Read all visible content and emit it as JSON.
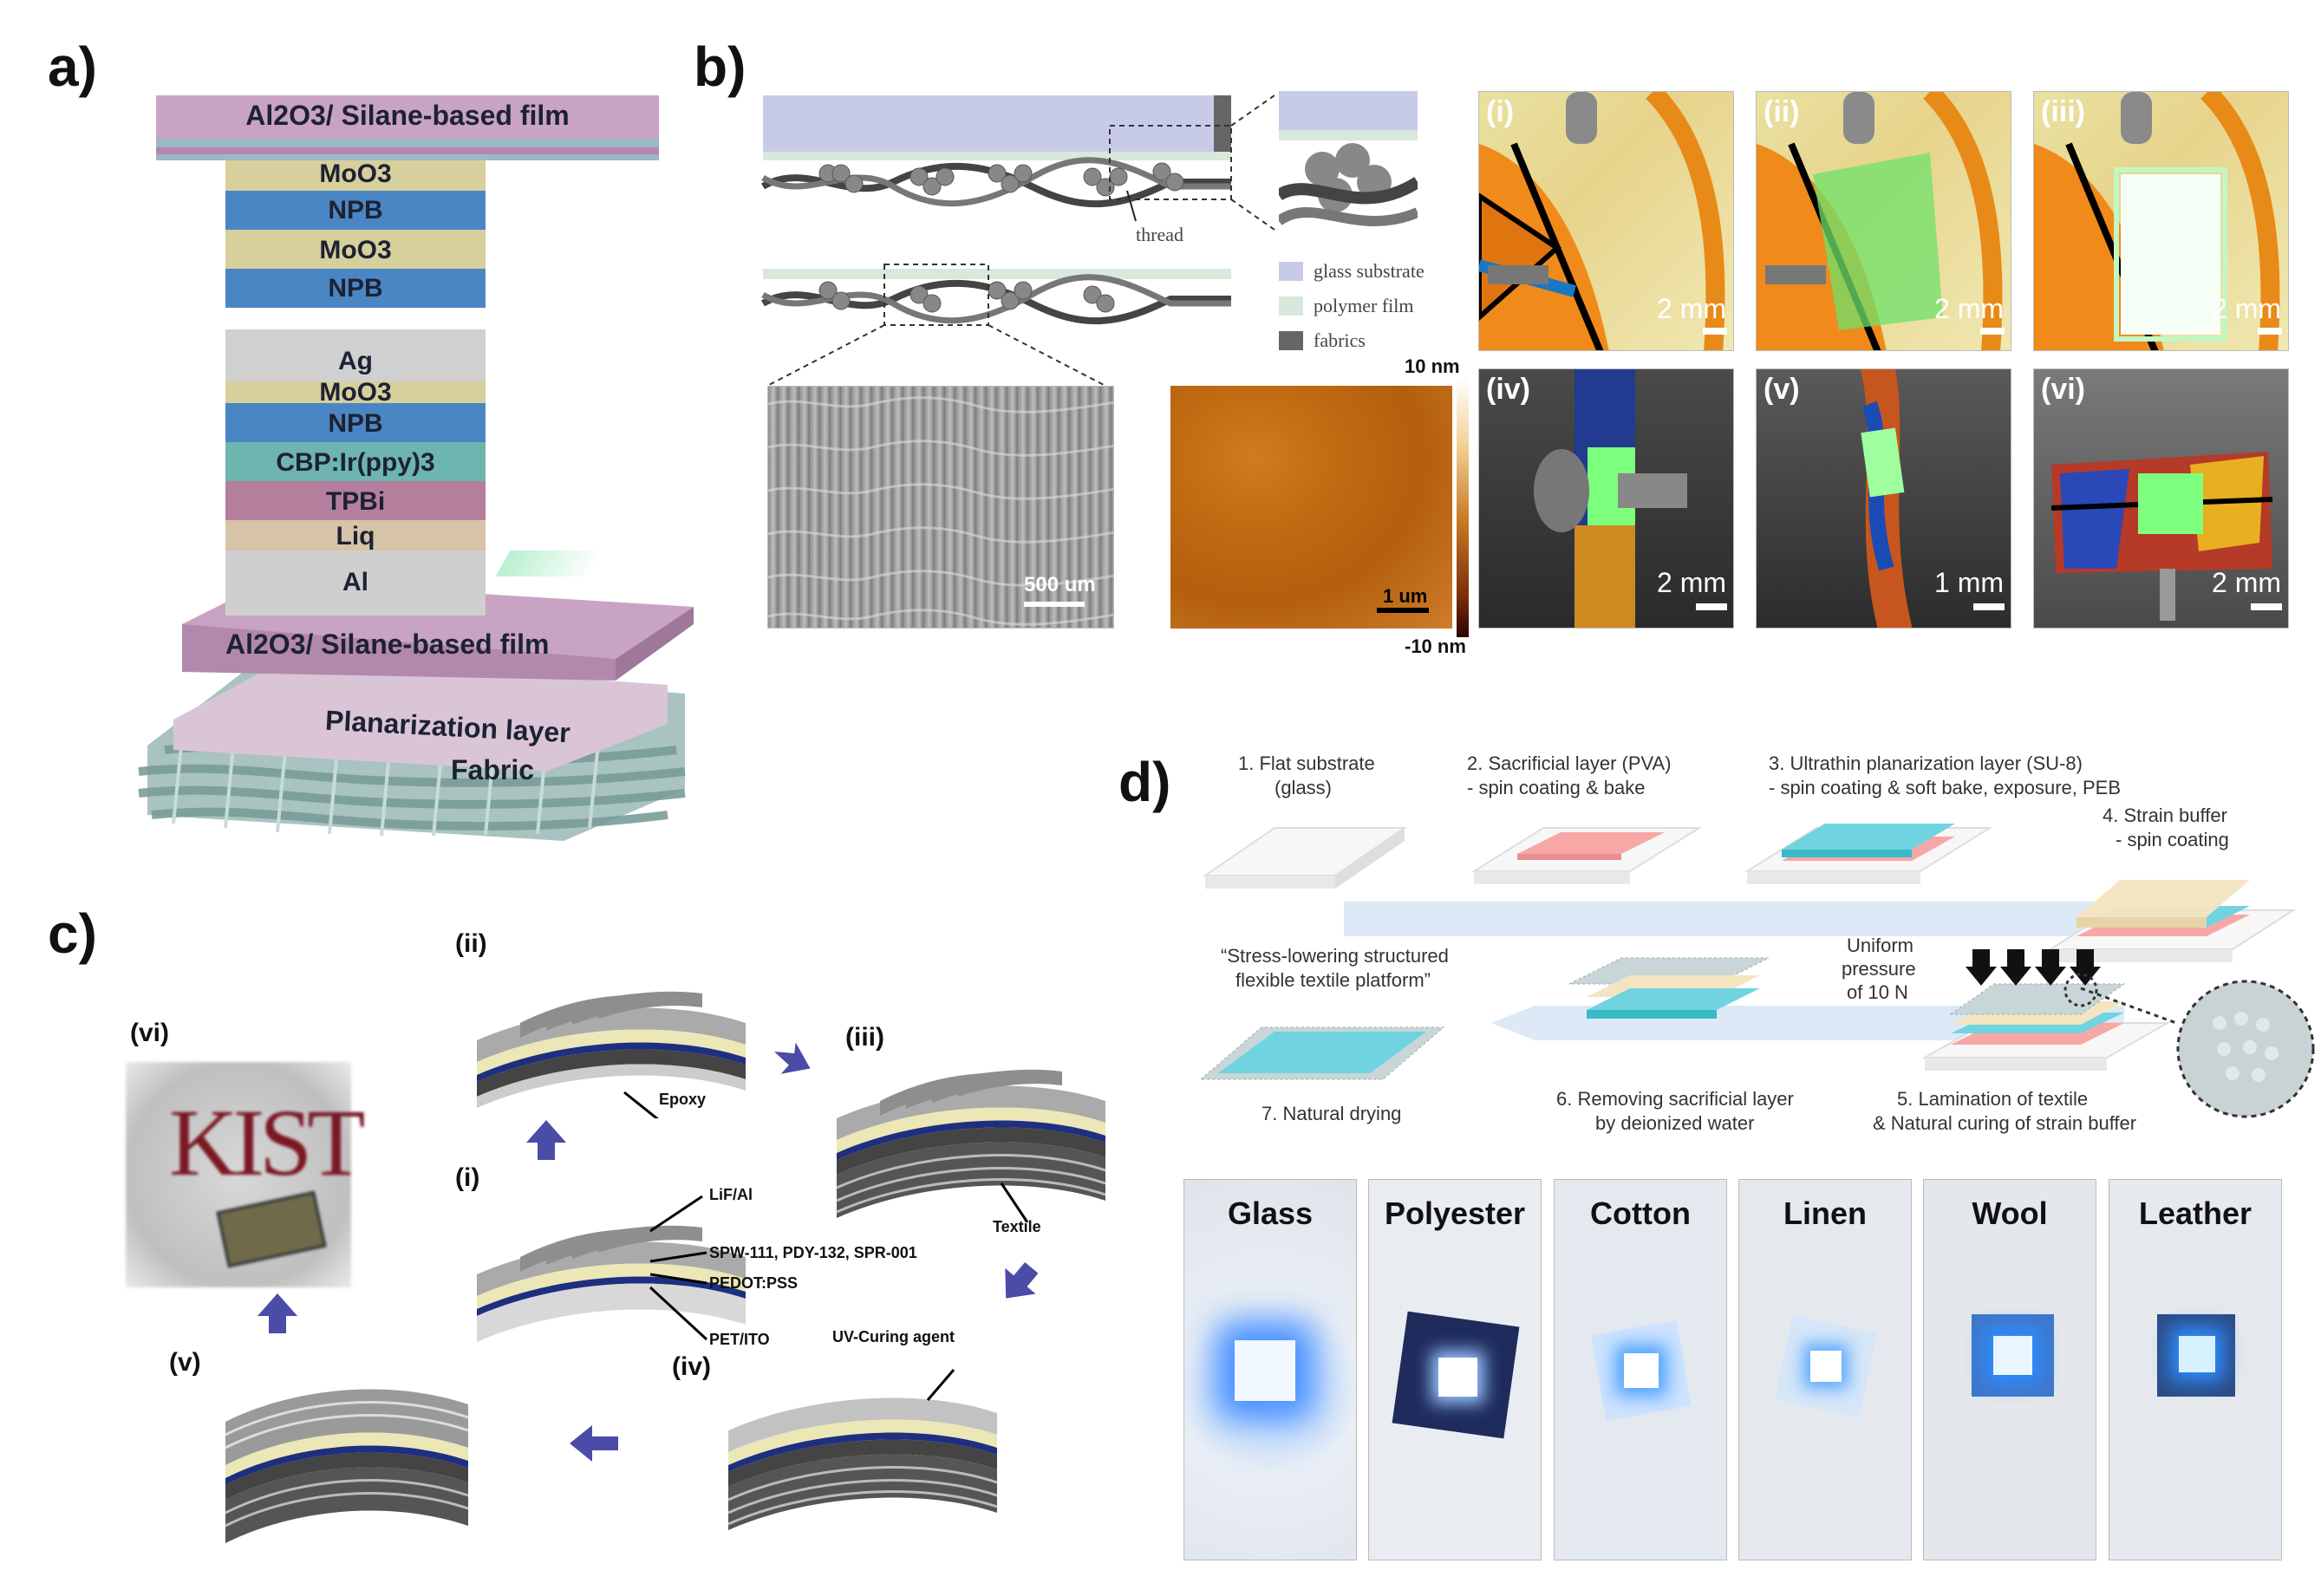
{
  "panels": {
    "a": {
      "label": "a)",
      "layers_top": [
        "Al2O3/ Silane-based film",
        "MoO3",
        "NPB",
        "MoO3",
        "NPB",
        "Ag",
        "MoO3",
        "NPB",
        "CBP:Ir(ppy)3",
        "TPBi",
        "Liq",
        "Al"
      ],
      "layers_bottom": [
        "Al2O3/ Silane-based film",
        "Planarization layer",
        "Fabric"
      ],
      "colors": {
        "purple": "#c9a3c4",
        "gold": "#d7cf9c",
        "blue": "#4b86c4",
        "gray": "#c8c8c8",
        "teal": "#6db5ae",
        "mauve": "#b47f9c",
        "tan": "#d6c3a8",
        "fabric": "#9ab9b5"
      }
    },
    "b": {
      "label": "b)",
      "thread_label": "thread",
      "legend": [
        "glass substrate",
        "polymer film",
        "fabrics"
      ],
      "legend_colors": [
        "#c8cbe8",
        "#d8e8dc",
        "#666666"
      ],
      "sem_scale": "500 um",
      "afm_scale": "1 um",
      "afm_max": "10 nm",
      "afm_min": "-10 nm",
      "photos": [
        {
          "tag": "(i)",
          "scale": "2 mm"
        },
        {
          "tag": "(ii)",
          "scale": "2 mm"
        },
        {
          "tag": "(iii)",
          "scale": "2 mm"
        },
        {
          "tag": "(iv)",
          "scale": "2 mm"
        },
        {
          "tag": "(v)",
          "scale": "1 mm"
        },
        {
          "tag": "(vi)",
          "scale": "2 mm"
        }
      ]
    },
    "c": {
      "label": "c)",
      "steps": [
        "(i)",
        "(ii)",
        "(iii)",
        "(iv)",
        "(v)",
        "(vi)"
      ],
      "callouts": {
        "epoxy": "Epoxy",
        "textile": "Textile",
        "lif": "LiF/Al",
        "spw": "SPW-111, PDY-132, SPR-001",
        "pedot": "PEDOT:PSS",
        "pet": "PET/ITO",
        "uv": "UV-Curing agent"
      },
      "logo_text": "KIST",
      "arrow_color": "#4b4ba8"
    },
    "d": {
      "label": "d)",
      "steps": {
        "s1a": "1. Flat substrate",
        "s1b": "(glass)",
        "s2a": "2. Sacrificial layer (PVA)",
        "s2b": "- spin coating & bake",
        "s3a": "3. Ultrathin planarization layer (SU-8)",
        "s3b": "- spin coating & soft bake, exposure, PEB",
        "s4a": "4. Strain buffer",
        "s4b": "- spin coating",
        "p1": "Uniform",
        "p2": "pressure",
        "p3": "of 10 N",
        "q1": "“Stress-lowering structured",
        "q2": "flexible textile platform”",
        "s5a": "5. Lamination of textile",
        "s5b": "& Natural curing of strain buffer",
        "s6a": "6. Removing sacrificial layer",
        "s6b": "by deionized water",
        "s7": "7. Natural drying"
      },
      "materials": [
        "Glass",
        "Polyester",
        "Cotton",
        "Linen",
        "Wool",
        "Leather"
      ]
    }
  }
}
